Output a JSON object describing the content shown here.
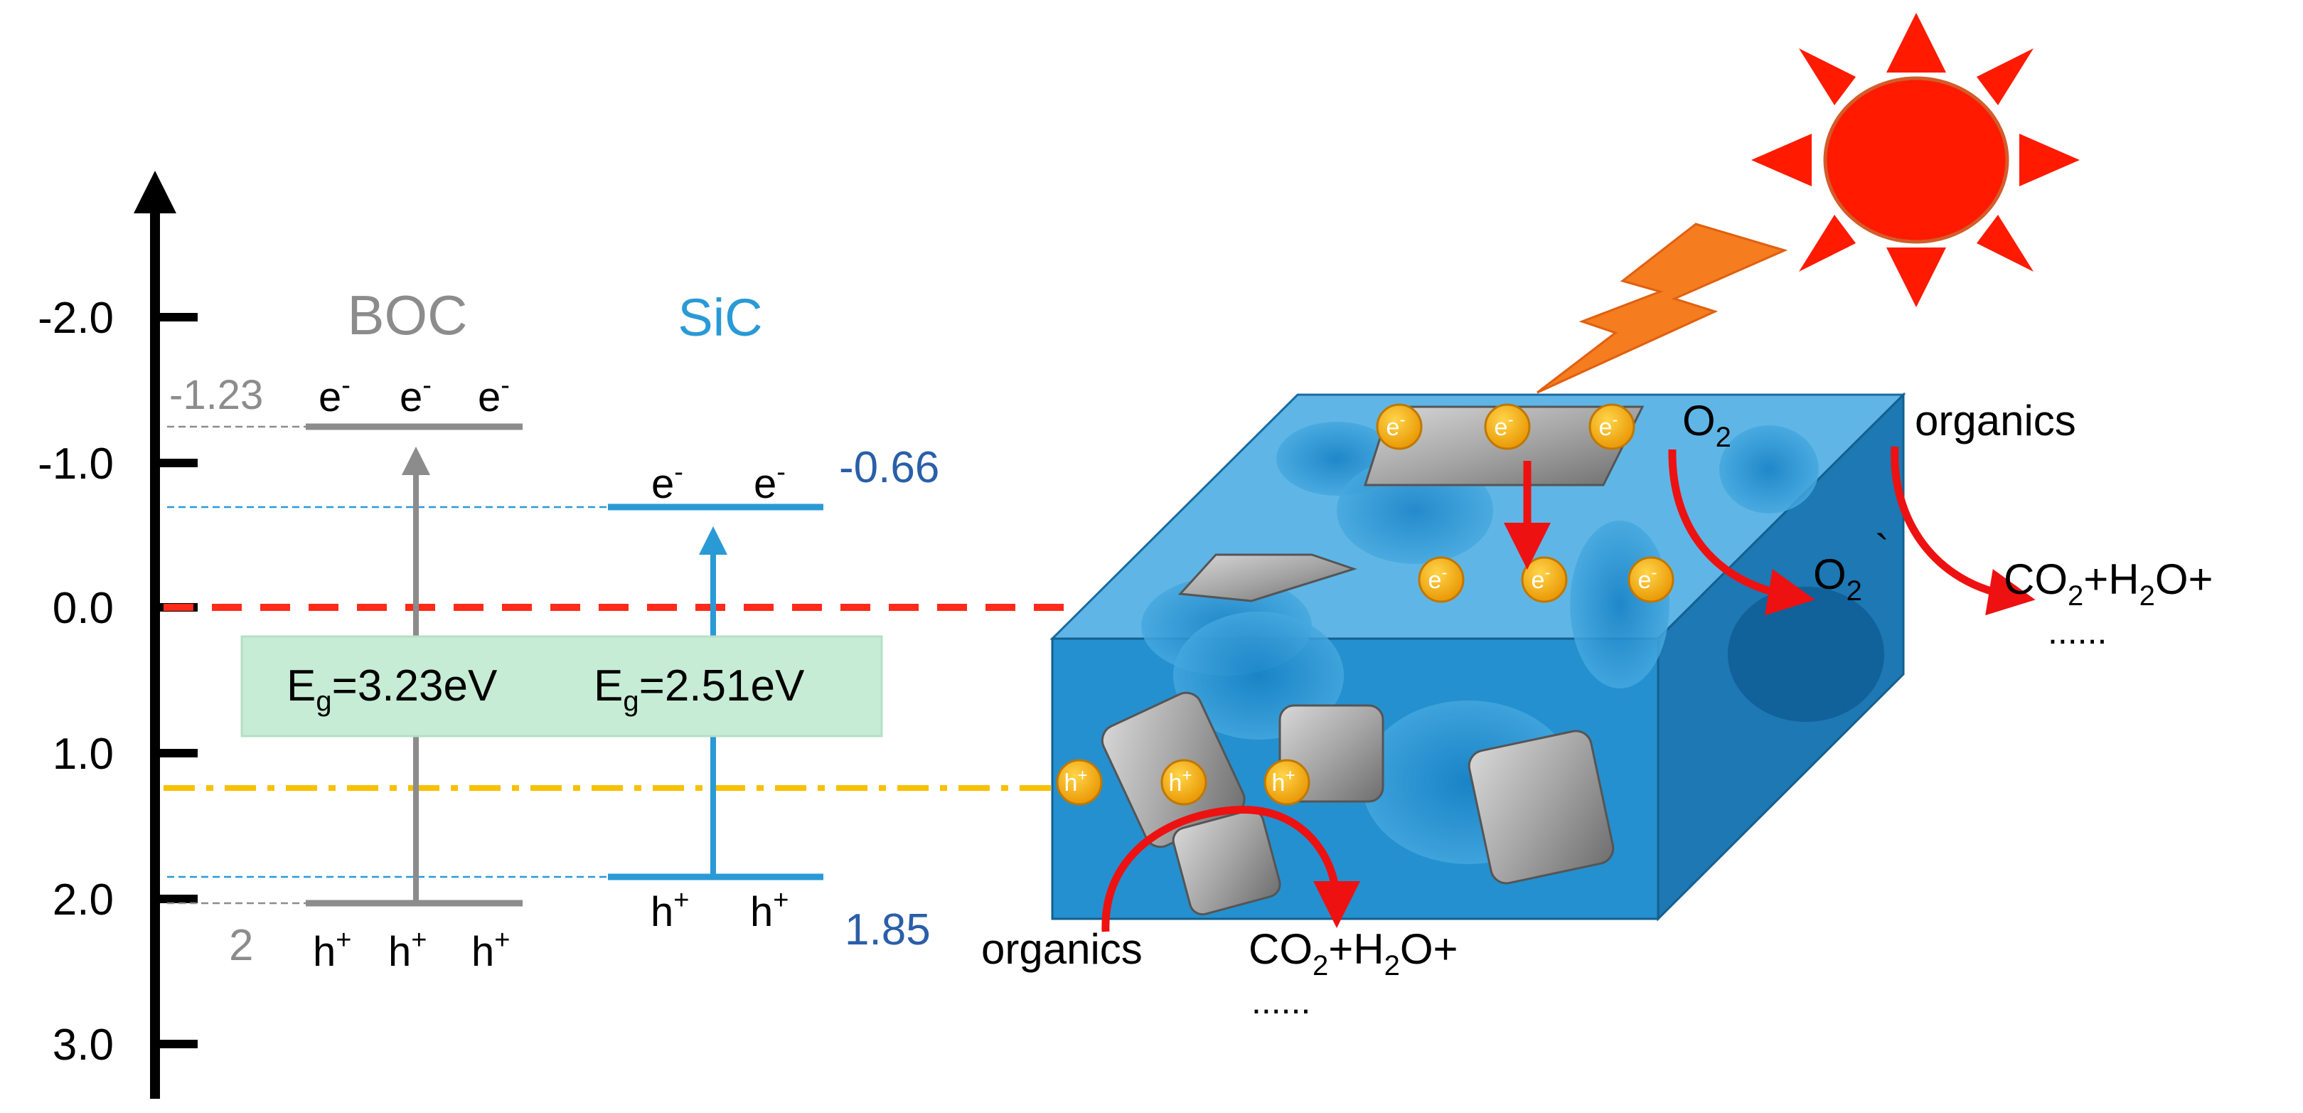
{
  "colors": {
    "axis": "#000000",
    "boc": "#8c8c8c",
    "sic": "#2a9ad6",
    "sic_value": "#2a5fa8",
    "ref_line": "#ff2a1a",
    "o2_line": "#f8c000",
    "eg_box": "#c6ecd5",
    "cube_front": "#2590cf",
    "cube_top": "#5fb6e6",
    "cube_side": "#1d78b3",
    "particle": "#9a9a9a",
    "electron": "#f2aa00",
    "sun": "#ff1a00",
    "lightning": "#f57c1f",
    "arrow": "#ee1111"
  },
  "axis": {
    "ticks": [
      "-2.0",
      "-1.0",
      "0.0",
      "1.0",
      "2.0",
      "3.0"
    ]
  },
  "boc": {
    "label": "BOC",
    "cb_value": "-1.23",
    "vb_value": "2",
    "electrons": [
      "e",
      "e",
      "e"
    ],
    "holes": [
      "h",
      "h",
      "h"
    ],
    "charge_minus": "-",
    "charge_plus": "+"
  },
  "sic": {
    "label": "SiC",
    "cb_value": "-0.66",
    "vb_value": "1.85",
    "electrons": [
      "e",
      "e"
    ],
    "holes": [
      "h",
      "h"
    ]
  },
  "eg_box": {
    "boc": {
      "prefix": "E",
      "sub": "g",
      "value": "=3.23eV"
    },
    "sic": {
      "prefix": "E",
      "sub": "g",
      "value": "=2.51eV"
    }
  },
  "reaction": {
    "o2": {
      "text": "O",
      "sub": "2"
    },
    "o2_radical": {
      "text": "O",
      "sub": "2",
      "mark": "`"
    },
    "organics_top": "organics",
    "organics_bottom": "organics",
    "products": {
      "a": "CO",
      "sub1": "2",
      "b": "+H",
      "sub2": "2",
      "c": "O+"
    },
    "ellipsis": "......"
  },
  "particle_electron": "e",
  "particle_hole": "h"
}
